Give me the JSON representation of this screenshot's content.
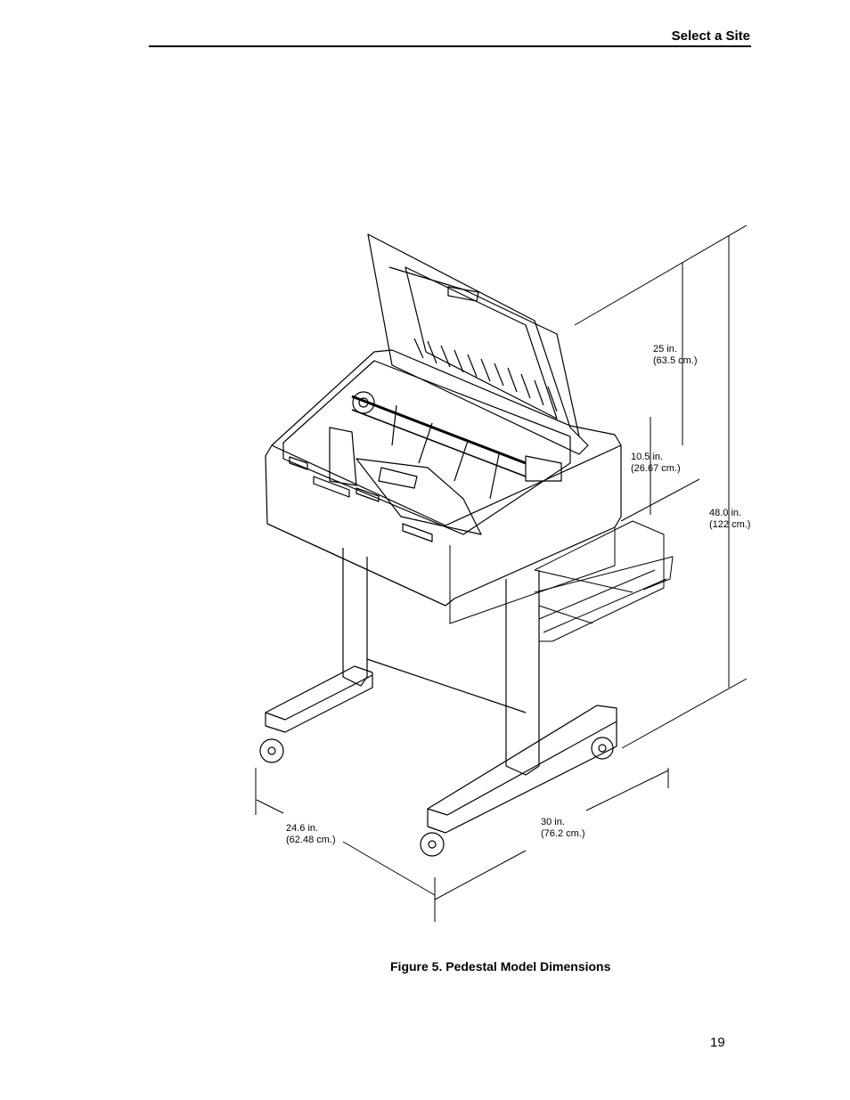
{
  "header": {
    "section_title": "Select a Site"
  },
  "figure": {
    "caption": "Figure 5. Pedestal Model Dimensions",
    "dimensions": {
      "lid_height": {
        "imperial": "25 in.",
        "metric": "(63.5 cm.)"
      },
      "cabinet_height": {
        "imperial": "10.5 in.",
        "metric": "(26.67 cm.)"
      },
      "total_height": {
        "imperial": "48.0 in.",
        "metric": "(122 cm.)"
      },
      "depth": {
        "imperial": "24.6 in.",
        "metric": "(62.48 cm.)"
      },
      "width": {
        "imperial": "30 in.",
        "metric": "(76.2 cm.)"
      }
    }
  },
  "footer": {
    "page_number": "19"
  }
}
